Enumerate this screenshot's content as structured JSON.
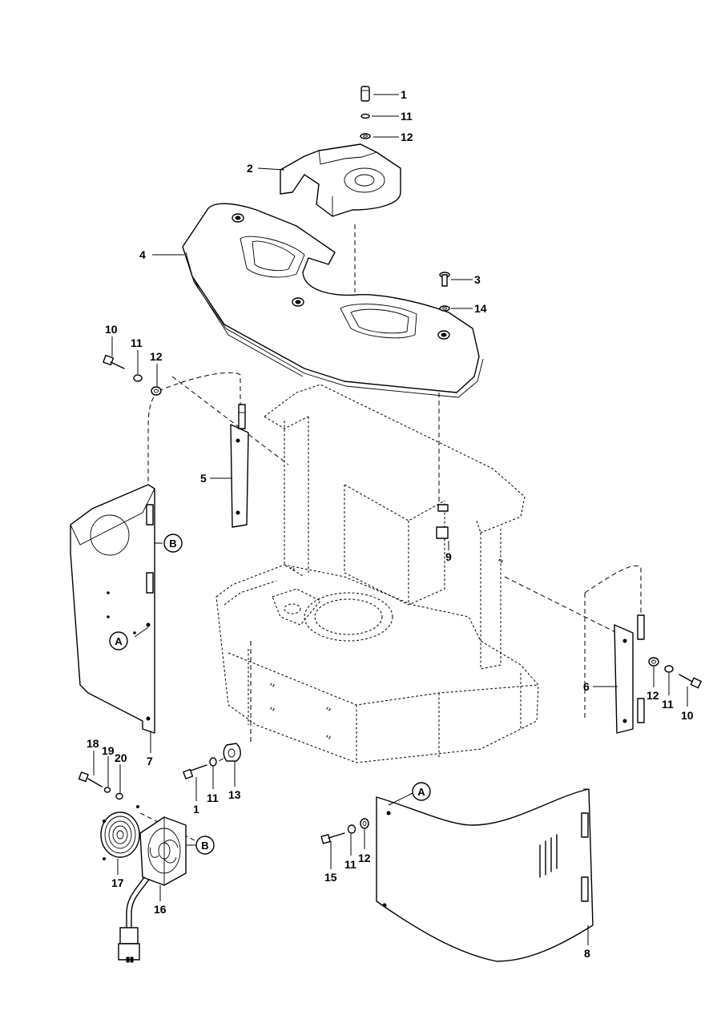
{
  "callouts": {
    "n1a": "1",
    "n11a": "11",
    "n12a": "12",
    "n2": "2",
    "n4": "4",
    "n3": "3",
    "n14": "14",
    "n10a": "10",
    "n11b": "11",
    "n12b": "12",
    "n5": "5",
    "n9": "9",
    "n6": "6",
    "n12c": "12",
    "n11c": "11",
    "n10b": "10",
    "n7": "7",
    "n18": "18",
    "n19": "19",
    "n20": "20",
    "n1b": "1",
    "n11d": "11",
    "n13": "13",
    "n17": "17",
    "n16": "16",
    "n15": "15",
    "n11e": "11",
    "n12d": "12",
    "n8": "8"
  },
  "refs": {
    "b1": "B",
    "b2": "B",
    "a1": "A",
    "a2": "A"
  }
}
